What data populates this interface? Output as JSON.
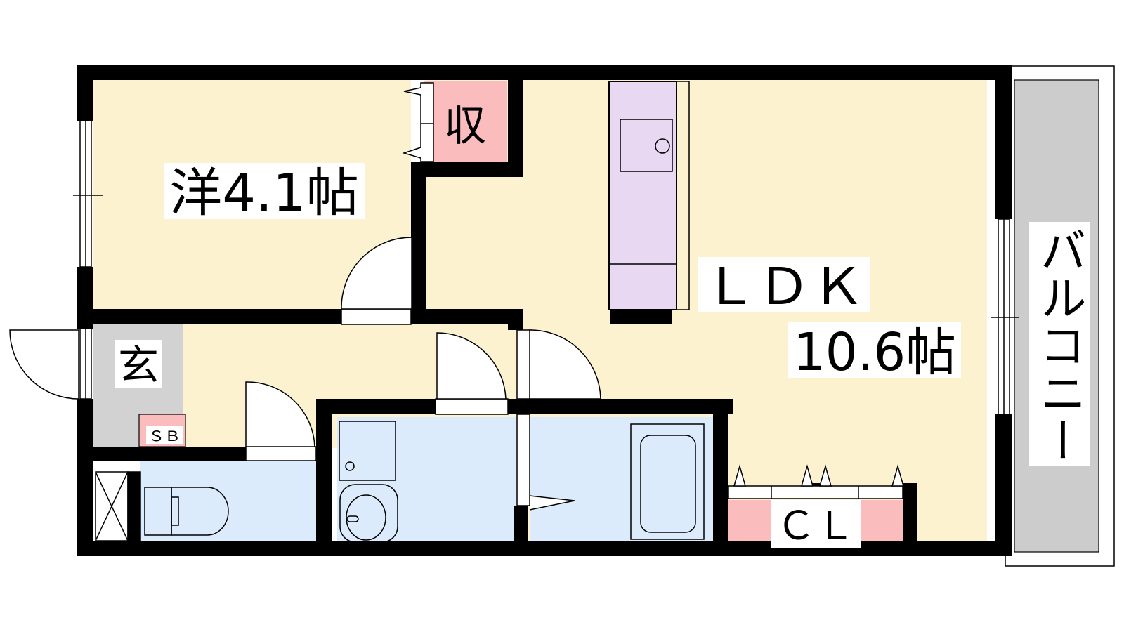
{
  "labels": {
    "western_room": "洋4.1帖",
    "storage": "収",
    "ldk": "ＬＤＫ",
    "ldk_size": "10.6帖",
    "balcony": "バルコニー",
    "genkan": "玄",
    "shoe_box": "ＳＢ",
    "closet": "ＣＬ"
  },
  "colors": {
    "wall": "#000000",
    "room_floor": "#fdf2d0",
    "wet_area": "#dcebfb",
    "storage": "#fbbcbe",
    "kitchen": "#e8d8f2",
    "entrance": "#d2d2d2",
    "balcony": "#cccccc"
  }
}
